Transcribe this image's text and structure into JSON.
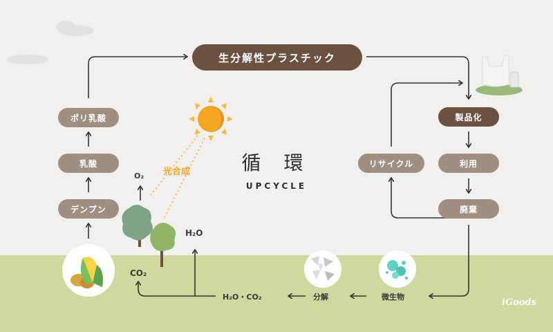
{
  "diagram": {
    "title": "生分解性プラスチック",
    "center": {
      "title": "循 環",
      "subtitle": "UPCYCLE"
    },
    "left_chain": [
      "ポリ乳酸",
      "乳酸",
      "デンプン"
    ],
    "right_chain": [
      "製品化",
      "利用",
      "廃棄"
    ],
    "recycle_label": "リサイクル",
    "bottom_chain": [
      "H₂O・CO₂",
      "分解",
      "微生物"
    ],
    "photosynthesis": "光合成",
    "gases": {
      "o2": "O₂",
      "h2o": "H₂O",
      "co2": "CO₂"
    },
    "logo": "iGoods"
  },
  "colors": {
    "background": "#f2f0ee",
    "ground": "#cfd99d",
    "pill_light": "#a08e81",
    "pill_dark": "#6b5140",
    "sun": "#f5a623",
    "arrow": "#333333"
  },
  "icons": [
    "cloud-icon",
    "sun-icon",
    "tree-icon",
    "corn-icon",
    "plastic-bag-icon",
    "fragments-icon",
    "microbe-icon"
  ]
}
